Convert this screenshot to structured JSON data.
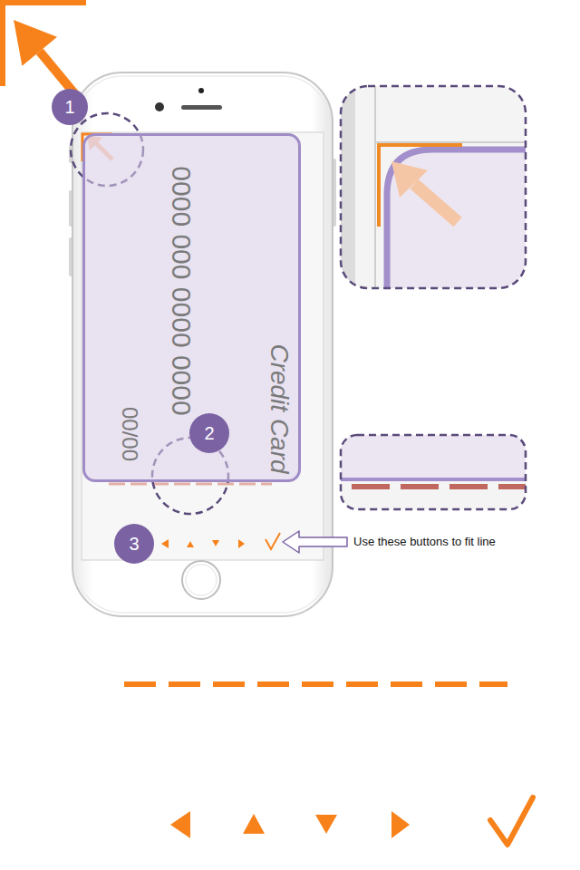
{
  "diagram": {
    "nodes": [
      {
        "text": [
          "1"
        ]
      },
      {
        "text": [
          "0000 000 0000 0000",
          "00/00",
          "Credit Card"
        ]
      },
      {
        "text": [
          "2"
        ]
      },
      {
        "text": [
          "3"
        ]
      }
    ],
    "labels": [
      "Use these buttons to fit line"
    ]
  }
}
